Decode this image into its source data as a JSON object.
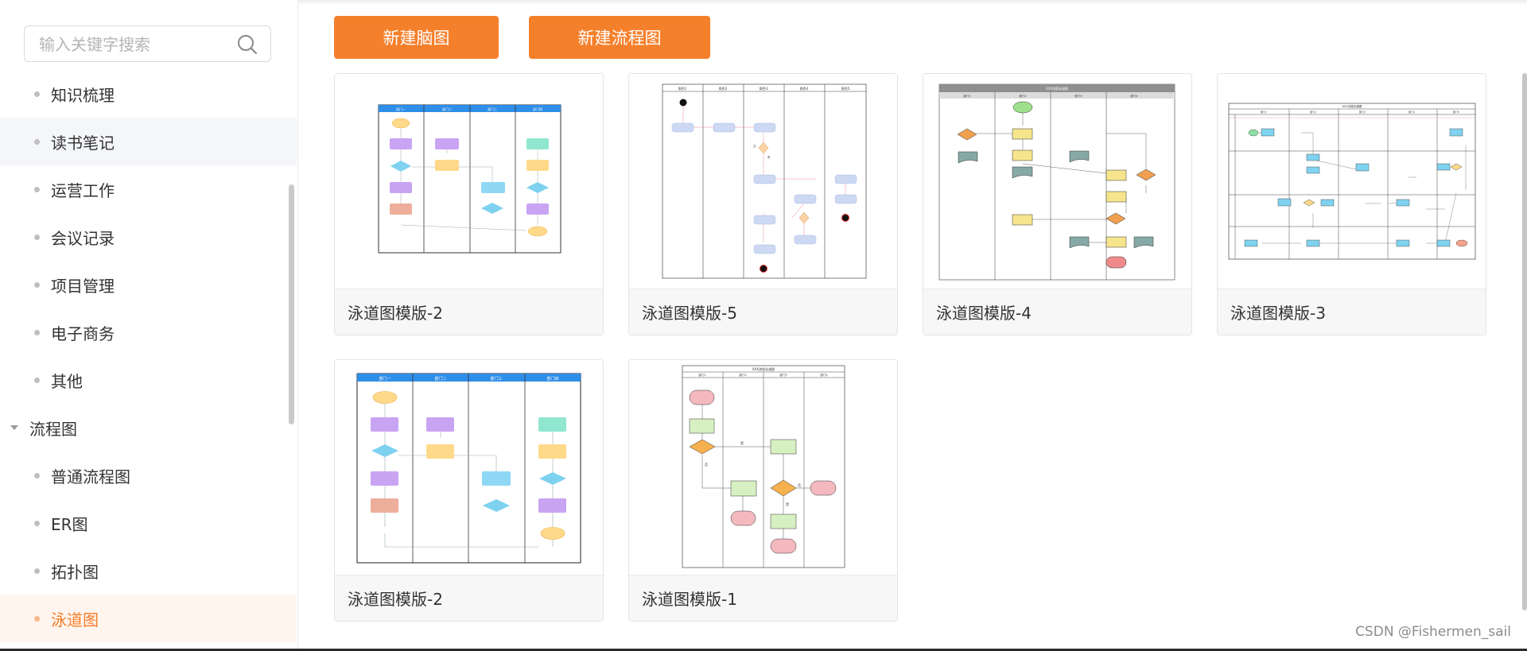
{
  "sidebar": {
    "search": {
      "placeholder": "输入关键字搜索",
      "value": ""
    },
    "items": [
      {
        "label": "知识梳理"
      },
      {
        "label": "读书笔记"
      },
      {
        "label": "运营工作"
      },
      {
        "label": "会议记录"
      },
      {
        "label": "项目管理"
      },
      {
        "label": "电子商务"
      },
      {
        "label": "其他"
      }
    ],
    "group": {
      "label": "流程图",
      "children": [
        {
          "label": "普通流程图"
        },
        {
          "label": "ER图"
        },
        {
          "label": "拓扑图"
        },
        {
          "label": "泳道图"
        }
      ]
    }
  },
  "toolbar": {
    "new_mindmap": "新建脑图",
    "new_flowchart": "新建流程图"
  },
  "templates": [
    {
      "title": "泳道图模版-2"
    },
    {
      "title": "泳道图模版-5"
    },
    {
      "title": "泳道图模版-4"
    },
    {
      "title": "泳道图模版-3"
    },
    {
      "title": "泳道图模版-2"
    },
    {
      "title": "泳道图模版-1"
    }
  ],
  "thumb_text": {
    "lanes_t1": [
      "部门一",
      "部门二",
      "部门三",
      "部门四"
    ],
    "lanes_t2": [
      "角色1",
      "角色2",
      "角色3",
      "角色4",
      "角色5"
    ],
    "title_t3": "XXX流程泳道图",
    "lanes_t3": [
      "部门1",
      "部门2",
      "部门3",
      "部门4"
    ],
    "title_t4": "XXX流程泳道图",
    "lanes_t4": [
      "部门1",
      "部门2",
      "部门3",
      "部门4",
      "部门5"
    ],
    "title_t6": "XXX流程泳道图",
    "lanes_t6": [
      "部门1",
      "部门2",
      "部门3",
      "部门4"
    ],
    "yes": "是",
    "no": "否"
  },
  "colors": {
    "accent": "#f5802c",
    "active_text": "#f37d2a",
    "active_bg": "#fff5ee",
    "hover_bg": "#f4f6fa"
  },
  "watermark": "CSDN @Fishermen_sail"
}
